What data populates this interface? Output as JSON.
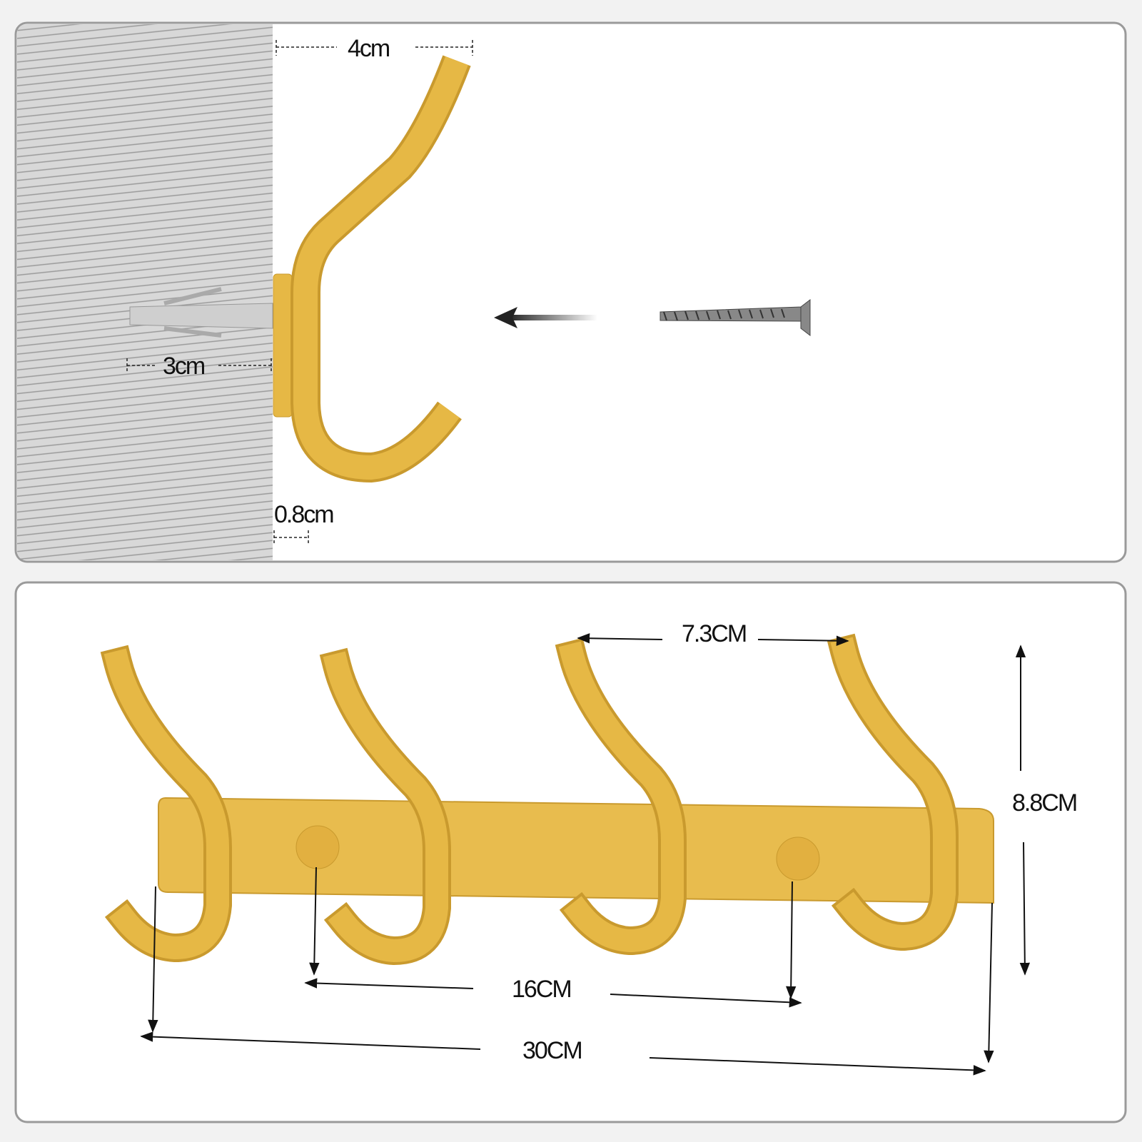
{
  "top_panel": {
    "hook_depth_label": "4cm",
    "anchor_length_label": "3cm",
    "plate_thickness_label": "0.8cm"
  },
  "bottom_panel": {
    "hook_spacing_label": "7.3CM",
    "height_label": "8.8CM",
    "screw_spacing_label": "16CM",
    "total_length_label": "30CM"
  },
  "colors": {
    "gold": "#E6B845",
    "gold_dark": "#C99A2E",
    "wall": "#D6D6D6",
    "border": "#9A9A9A"
  }
}
